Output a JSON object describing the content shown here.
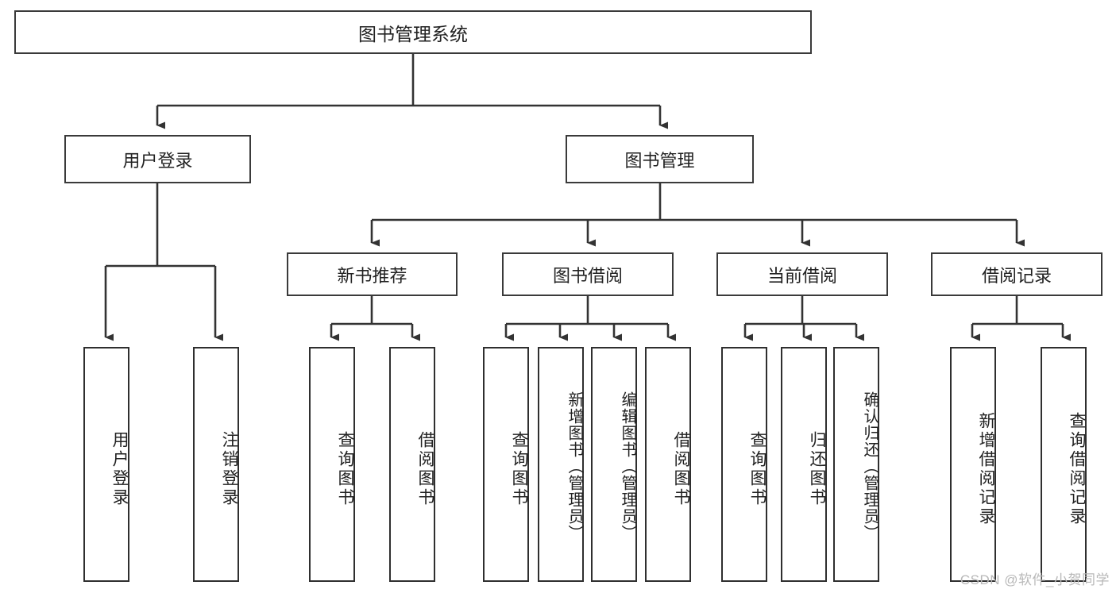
{
  "diagram": {
    "title": "图书管理系统",
    "type": "tree-hierarchy",
    "theme": {
      "background": "#ffffff",
      "box_border": "#3a3a3a",
      "box_fill": "#ffffff",
      "connector": "#333333",
      "text": "#222222",
      "watermark": "#b8b8b8"
    },
    "root": {
      "label": "图书管理系统"
    },
    "level2": [
      {
        "label": "用户登录"
      },
      {
        "label": "图书管理"
      }
    ],
    "level3": [
      {
        "label": "新书推荐"
      },
      {
        "label": "图书借阅"
      },
      {
        "label": "当前借阅"
      },
      {
        "label": "借阅记录"
      }
    ],
    "leaves": {
      "user_login": [
        {
          "label": "用户登录"
        },
        {
          "label": "注销登录"
        }
      ],
      "new_book_recommend": [
        {
          "label": "查询图书"
        },
        {
          "label": "借阅图书"
        }
      ],
      "book_borrow": [
        {
          "label": "查询图书"
        },
        {
          "label": "新增图书（管理员）"
        },
        {
          "label": "编辑图书（管理员）"
        },
        {
          "label": "借阅图书"
        }
      ],
      "current_borrow": [
        {
          "label": "查询图书"
        },
        {
          "label": "归还图书"
        },
        {
          "label": "确认归还（管理员）"
        }
      ],
      "borrow_records": [
        {
          "label": "新增借阅记录"
        },
        {
          "label": "查询借阅记录"
        }
      ]
    },
    "watermark": "CSDN @软件_小贺同学"
  }
}
